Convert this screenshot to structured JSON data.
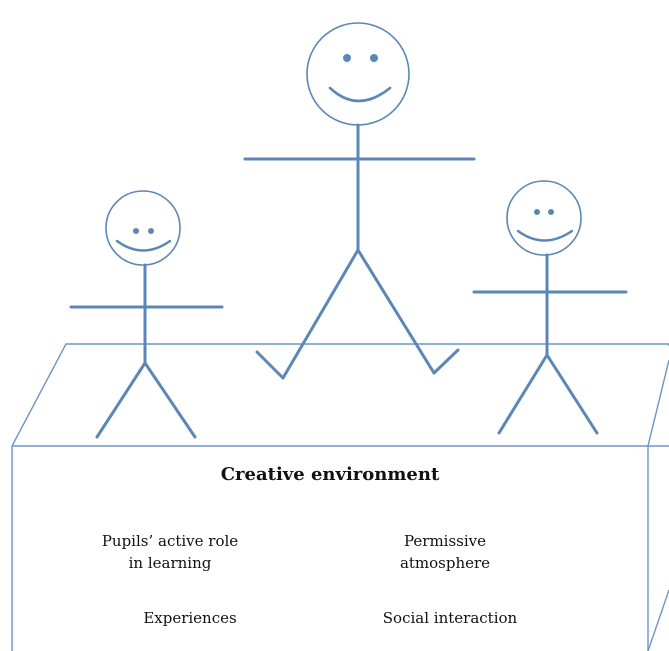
{
  "box": {
    "title": "Creative environment",
    "factors": [
      {
        "lines": [
          "Pupils’ active role",
          "in learning"
        ]
      },
      {
        "lines": [
          "Permissive",
          "atmosphere"
        ]
      },
      {
        "lines": [
          "Experiences"
        ]
      },
      {
        "lines": [
          "Social interaction"
        ]
      }
    ]
  },
  "colors": {
    "figure_stroke": "#5b87b8",
    "box_stroke": "#6e95c2",
    "text": "#111111"
  },
  "figures": [
    {
      "name": "left-child"
    },
    {
      "name": "center-adult"
    },
    {
      "name": "right-child"
    }
  ]
}
